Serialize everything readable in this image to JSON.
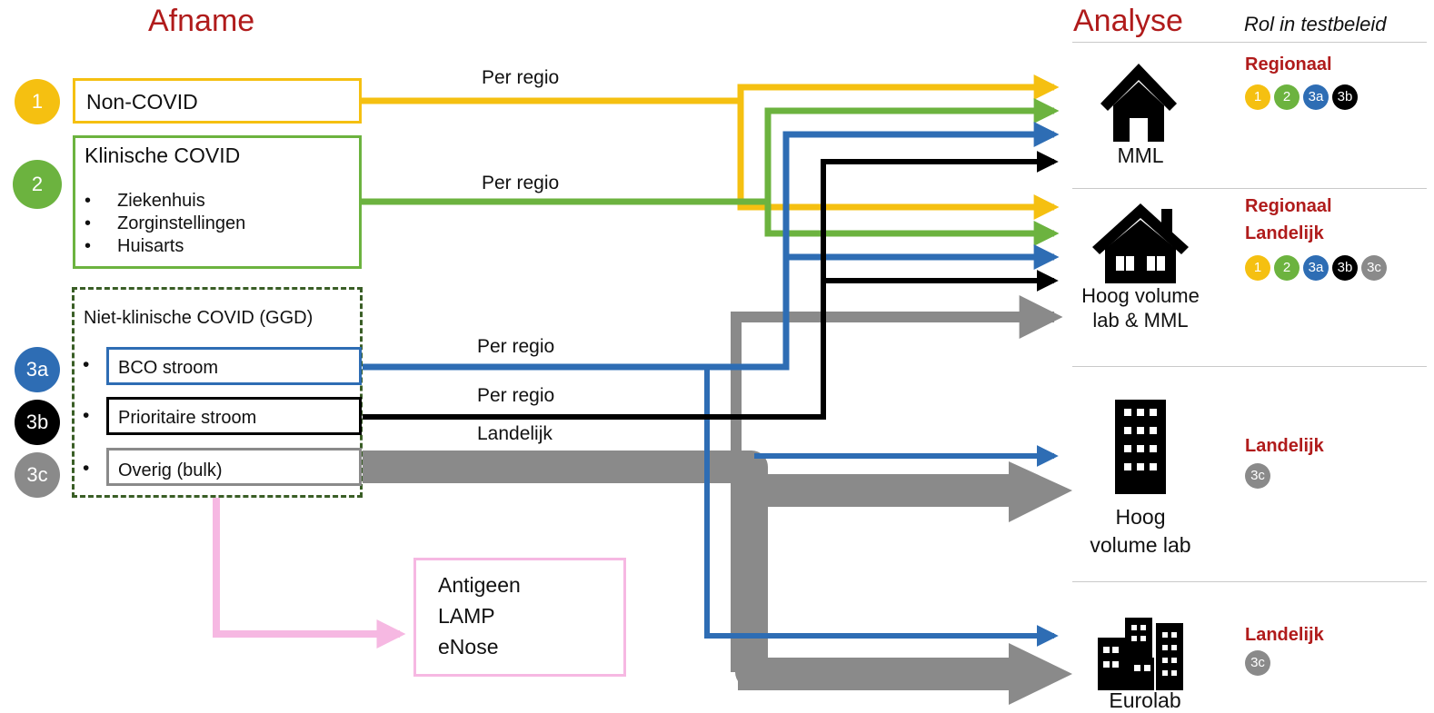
{
  "headers": {
    "left": "Afname",
    "right": "Analyse",
    "rol": "Rol in testbeleid"
  },
  "boxes": {
    "non_covid": "Non-COVID",
    "klinische_title": "Klinische COVID",
    "klinische_items": [
      "Ziekenhuis",
      "Zorginstellingen",
      "Huisarts"
    ],
    "niet_klinisch_title": "Niet-klinische COVID (GGD)",
    "bco": "BCO stroom",
    "prioritaire": "Prioritaire stroom",
    "overig": "Overig (bulk)",
    "alt_tests": [
      "Antigeen",
      "LAMP",
      "eNose"
    ]
  },
  "circles": {
    "c1": "1",
    "c2": "2",
    "c3a": "3a",
    "c3b": "3b",
    "c3c": "3c"
  },
  "flow_labels": {
    "f1": "Per regio",
    "f2": "Per regio",
    "f3": "Per regio",
    "f4": "Per regio",
    "f5": "Landelijk"
  },
  "labs": {
    "mml": "MML",
    "hoog_mml": [
      "Hoog volume",
      "lab & MML"
    ],
    "hoog": [
      "Hoog",
      "volume lab"
    ],
    "eurolab": "Eurolab"
  },
  "roles": {
    "r1": [
      "Regionaal"
    ],
    "r2": [
      "Regionaal",
      "Landelijk"
    ],
    "r3": [
      "Landelijk"
    ],
    "r4": [
      "Landelijk"
    ]
  },
  "colors": {
    "yellow": "#f5c011",
    "green": "#6cb33f",
    "blue": "#2e6db4",
    "black": "#000000",
    "gray": "#8a8a8a",
    "pink": "#f6b8e2",
    "darkgreen": "#3a5e26",
    "red": "#b01b1b"
  }
}
